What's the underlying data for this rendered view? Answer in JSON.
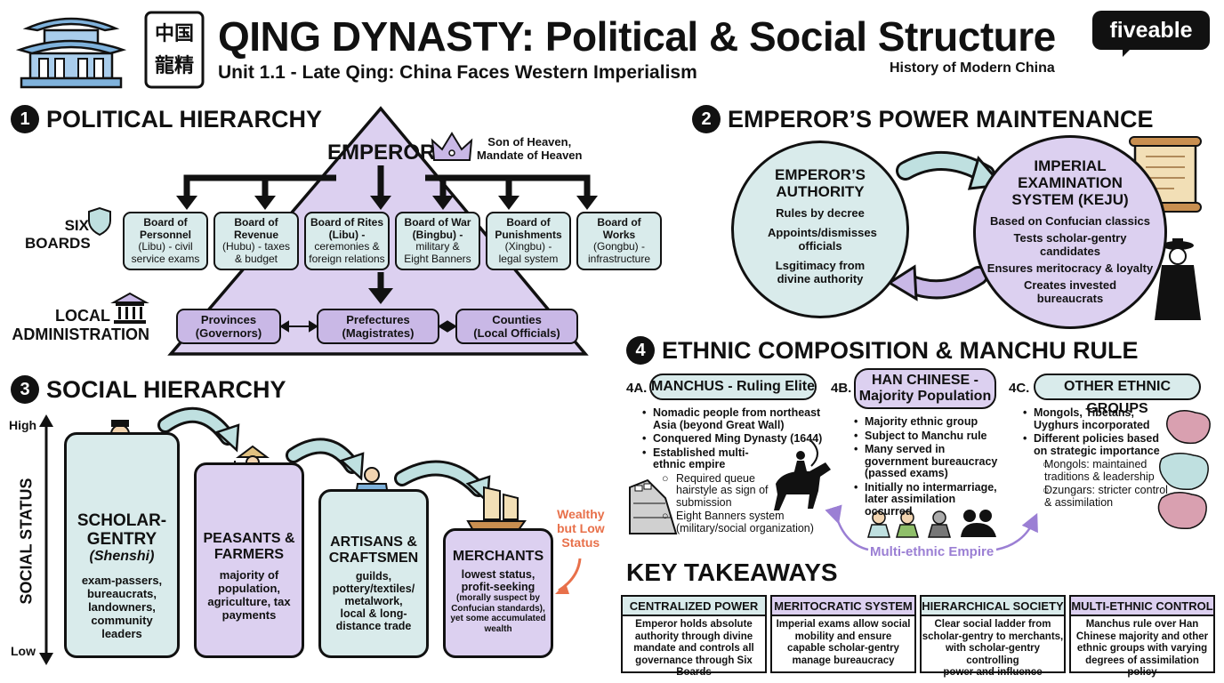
{
  "header": {
    "title": "QING DYNASTY: Political & Social Structure",
    "subtitle": "Unit 1.1 - Late Qing: China Faces Western Imperialism",
    "course": "History of Modern China",
    "brand": "fiveable",
    "seal_text": "中国龍精"
  },
  "section1": {
    "number": "1",
    "title": "POLITICAL HIERARCHY",
    "emperor": "EMPEROR",
    "emperor_note": [
      "Son of Heaven,",
      "Mandate of Heaven"
    ],
    "six_boards_label": [
      "SIX",
      "BOARDS"
    ],
    "local_label": [
      "LOCAL",
      "ADMINISTRATION"
    ],
    "boards": [
      {
        "name": [
          "Board of",
          "Personnel"
        ],
        "desc": [
          "(Libu) - civil",
          "service exams"
        ]
      },
      {
        "name": [
          "Board of",
          "Revenue"
        ],
        "desc": [
          "(Hubu) - taxes",
          "& budget"
        ]
      },
      {
        "name": [
          "Board of Rites",
          "(Libu) -"
        ],
        "desc": [
          "ceremonies &",
          "foreign relations"
        ]
      },
      {
        "name": [
          "Board of War",
          "(Bingbu) -"
        ],
        "desc": [
          "military &",
          "Eight Banners"
        ]
      },
      {
        "name": [
          "Board of",
          "Punishments"
        ],
        "desc": [
          "(Xingbu) -",
          "legal system"
        ]
      },
      {
        "name": [
          "Board of",
          "Works"
        ],
        "desc": [
          "(Gongbu) -",
          "infrastructure"
        ]
      }
    ],
    "local": [
      [
        "Provinces",
        "(Governors)"
      ],
      [
        "Prefectures",
        "(Magistrates)"
      ],
      [
        "Counties",
        "(Local Officials)"
      ]
    ]
  },
  "section2": {
    "number": "2",
    "title": "EMPEROR’S POWER MAINTENANCE",
    "left_circle": {
      "heading": [
        "EMPEROR’S",
        "AUTHORITY"
      ],
      "items": [
        "Rules by decree",
        "Appoints/dismisses officials",
        "Lsgitimacy from divine authority"
      ]
    },
    "right_circle": {
      "heading": [
        "IMPERIAL",
        "EXAMINATION",
        "SYSTEM (KEJU)"
      ],
      "items": [
        "Based on Confucian classics",
        "Tests scholar-gentry candidates",
        "Ensures meritocracy & loyalty",
        "Creates invested bureaucrats"
      ]
    }
  },
  "section3": {
    "number": "3",
    "title": "SOCIAL HIERARCHY",
    "axis_label": "SOCIAL STATUS",
    "high": "High",
    "low": "Low",
    "note": [
      "Wealthy",
      "but Low",
      "Status"
    ],
    "classes": [
      {
        "title": [
          "SCHOLAR-",
          "GENTRY"
        ],
        "italic": "(Shenshi)",
        "desc": [
          "exam-passers,",
          "bureaucrats,",
          "landowners,",
          "community",
          "leaders"
        ]
      },
      {
        "title": [
          "PEASANTS &",
          "FARMERS"
        ],
        "desc": [
          "majority of",
          "population,",
          "agriculture, tax",
          "payments"
        ]
      },
      {
        "title": [
          "ARTISANS &",
          "CRAFTSMEN"
        ],
        "desc": [
          "guilds,",
          "pottery/textiles/",
          "metalwork,",
          "local & long-",
          "distance trade"
        ]
      },
      {
        "title": [
          "MERCHANTS"
        ],
        "desc": [
          "lowest status,",
          "profit-seeking"
        ],
        "small": [
          "(morally suspect by",
          "Confucian standards),",
          "yet some accumulated",
          "wealth"
        ]
      }
    ]
  },
  "section4": {
    "number": "4",
    "title": "ETHNIC COMPOSITION & MANCHU RULE",
    "groups": [
      {
        "tag": "4A.",
        "pill": [
          "MANCHUS - Ruling Elite"
        ],
        "bullets": [
          "Nomadic people from northeast Asia (beyond Great Wall)",
          "Conquered Ming Dynasty (1644)",
          "Established multi-ethnic empire"
        ],
        "subs": [
          "Required queue hairstyle as sign of submission",
          "Eight Banners system (military/social organization)"
        ]
      },
      {
        "tag": "4B.",
        "pill": [
          "HAN CHINESE -",
          "Majority Population"
        ],
        "bullets": [
          "Majority ethnic group",
          "Subject to Manchu rule",
          "Many served in government bureaucracy (passed exams)",
          "Initially no intermarriage, later assimilation occurred"
        ]
      },
      {
        "tag": "4C.",
        "pill": [
          "OTHER ETHNIC GROUPS"
        ],
        "bullets": [
          "Mongols, Tibetans, Uyghurs incorporated",
          "Different policies based on strategic importance"
        ],
        "subs": [
          "Mongols: maintained traditions & leadership",
          "Dzungars: stricter control & assimilation"
        ]
      }
    ],
    "multi_ethnic": "Multi-ethnic Empire"
  },
  "takeaways": {
    "title": "KEY TAKEAWAYS",
    "items": [
      {
        "head": "CENTRALIZED POWER",
        "body": [
          "Emperor holds absolute",
          "authority through divine",
          "mandate and controls all",
          "governance through Six Boards"
        ]
      },
      {
        "head": "MERITOCRATIC SYSTEM",
        "body": [
          "Imperial exams allow social",
          "mobility and ensure",
          "capable scholar-gentry",
          "manage bureaucracy"
        ]
      },
      {
        "head": "HIERARCHICAL SOCIETY",
        "body": [
          "Clear social ladder from",
          "scholar-gentry to merchants,",
          "with scholar-gentry controlling",
          "power and influence"
        ]
      },
      {
        "head": "MULTI-ETHNIC CONTROL",
        "body": [
          "Manchus rule over Han",
          "Chinese majority and other",
          "ethnic groups with varying",
          "degrees of assimilation policy"
        ]
      }
    ]
  },
  "colors": {
    "teal": "#d9ebeb",
    "lavender": "#dcd0f0",
    "purple": "#c9b8e6",
    "arrow_teal": "#bfe0e0",
    "note_orange": "#e8704a",
    "ink": "#111111"
  },
  "icons": [
    "pagoda-icon",
    "seal-icon",
    "crown-icon",
    "shield-icon",
    "government-building-icon",
    "scroll-icon",
    "scholar-figure-icon",
    "scholar-icon",
    "farmer-icon",
    "artisan-icon",
    "junk-ship-icon",
    "great-wall-icon",
    "horse-archer-icon",
    "people-group-icon",
    "china-map-icon"
  ]
}
